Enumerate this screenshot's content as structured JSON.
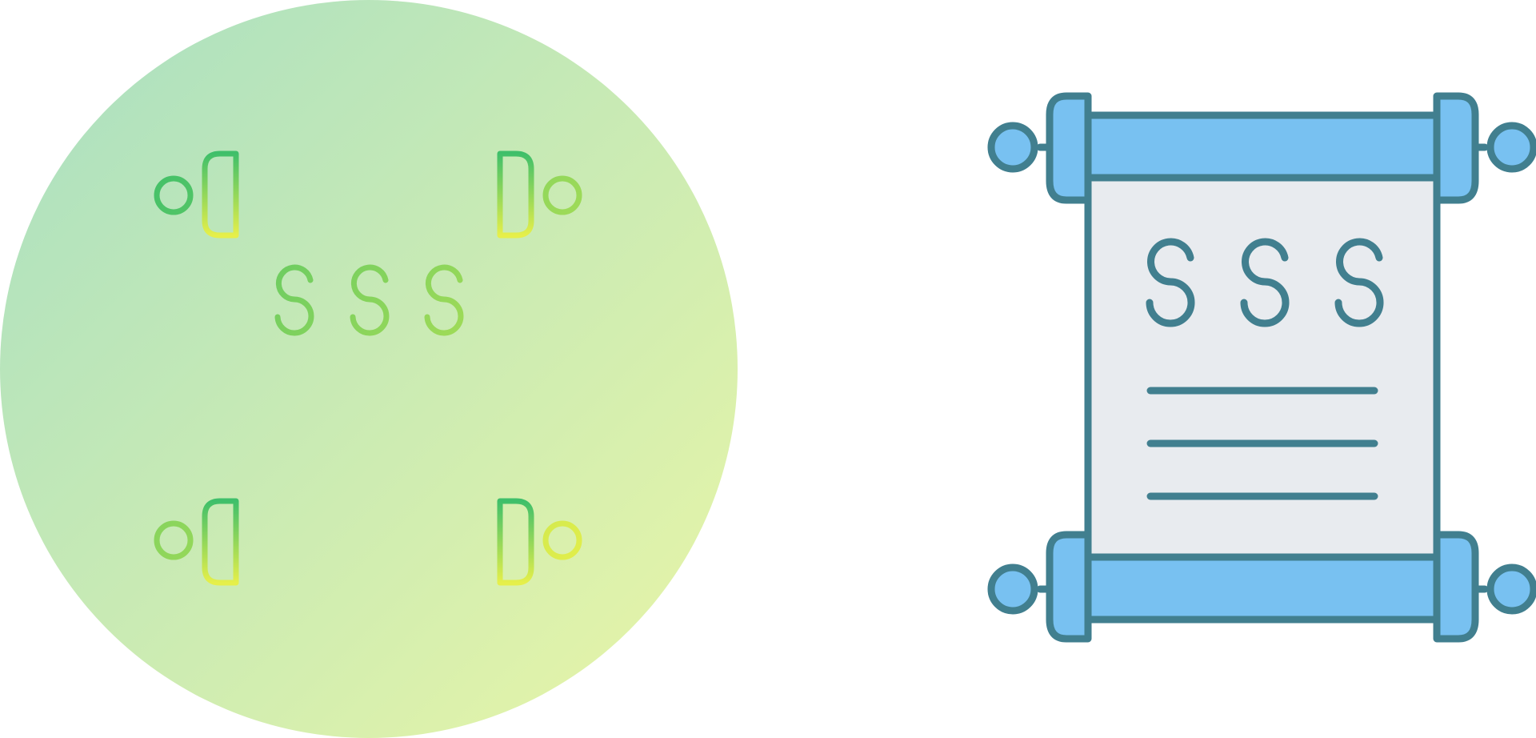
{
  "icons": [
    {
      "name": "scroll-icon-gradient",
      "style": "line",
      "symbols": [
        "S",
        "S",
        "S"
      ],
      "colors": {
        "circle_from": "#a8dfc2",
        "circle_to": "#eaf6a6",
        "stroke_from": "#3fbf6a",
        "stroke_to": "#e6ef4a"
      }
    },
    {
      "name": "scroll-icon-filled",
      "style": "filled",
      "symbols": [
        "S",
        "S",
        "S"
      ],
      "colors": {
        "stroke": "#417f8f",
        "roller_fill": "#78c1f1",
        "paper_fill": "#e8ebef"
      }
    }
  ]
}
